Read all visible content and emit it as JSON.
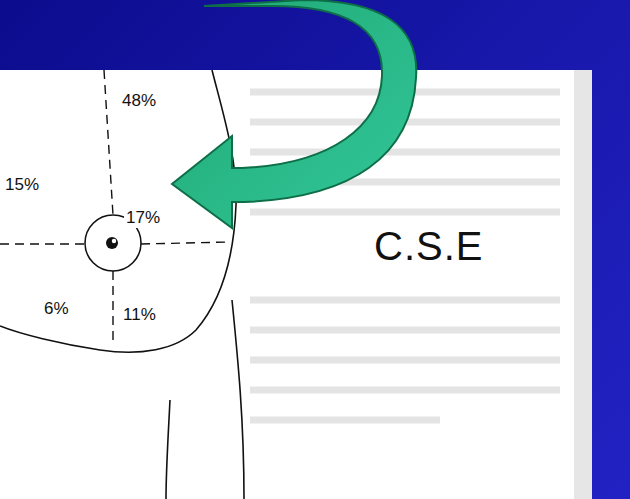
{
  "diagram": {
    "labels": [
      "48%",
      "15%",
      "17%",
      "6%",
      "11%",
      "C.S.E"
    ]
  }
}
